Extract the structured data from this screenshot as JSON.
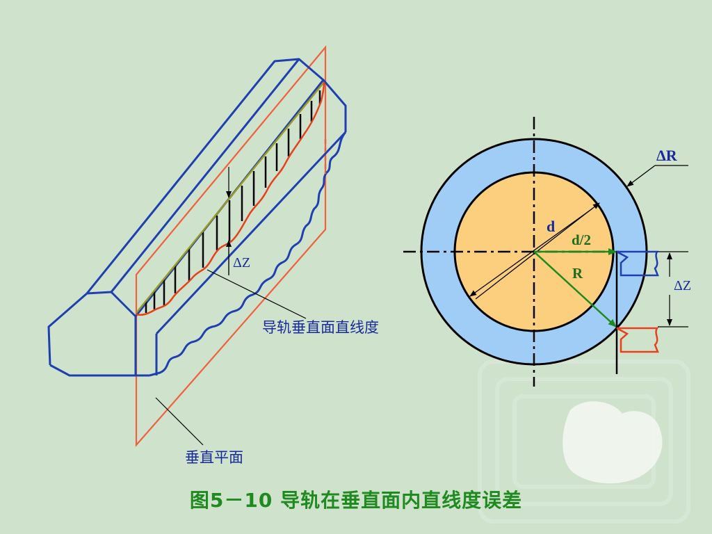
{
  "rail": {
    "delta_z_label": "ΔZ",
    "straightness_label": "导轨垂直面直线度",
    "vertical_plane_label": "垂直平面"
  },
  "ring": {
    "delta_r_label": "ΔR",
    "d_label": "d",
    "half_d_label": "d/2",
    "r_label": "R",
    "delta_z_label": "ΔZ"
  },
  "caption": "图5－10   导轨在垂直面内直线度误差",
  "colors": {
    "background": "#cfe2cc",
    "rail_outline": "#1f3fb0",
    "plane": "#f0603c",
    "outer_ring": "#9fcdf5",
    "inner_disc": "#fbcf7e",
    "radius_arrow": "#1e8a1e",
    "label_blue": "#1a2a9a",
    "caption": "#1f8a1f"
  }
}
